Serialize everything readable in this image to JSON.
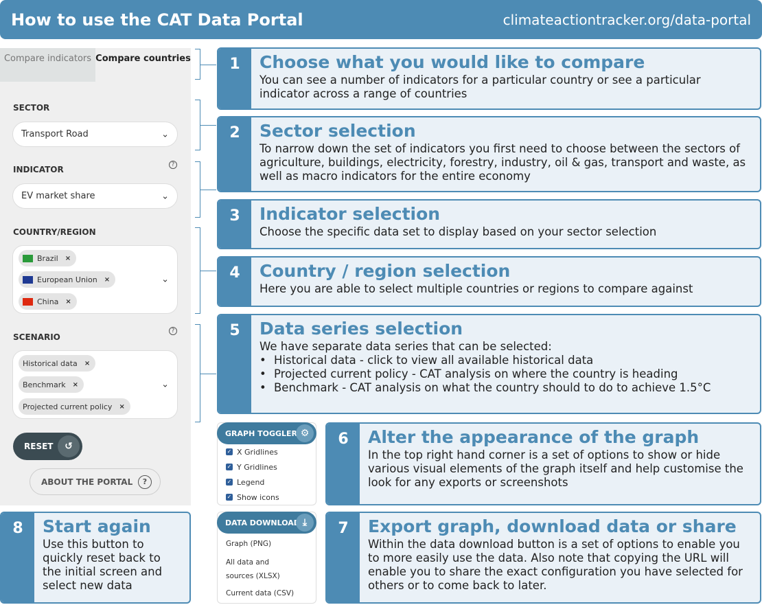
{
  "header": {
    "title": "How to use the CAT Data Portal",
    "url": "climateactiontracker.org/data-portal"
  },
  "panel": {
    "tabs": [
      {
        "label": "Compare indicators"
      },
      {
        "label": "Compare countries"
      }
    ],
    "sector": {
      "label": "SECTOR",
      "value": "Transport Road"
    },
    "indicator": {
      "label": "INDICATOR",
      "value": "EV market share",
      "help": "?"
    },
    "country": {
      "label": "COUNTRY/REGION",
      "chips": [
        "Brazil",
        "European Union",
        "China"
      ]
    },
    "scenario": {
      "label": "SCENARIO",
      "help": "?",
      "chips": [
        "Historical data",
        "Benchmark",
        "Projected current policy"
      ]
    },
    "reset": "RESET",
    "about": "ABOUT THE PORTAL",
    "about_icon": "?",
    "chip_remove": "×",
    "chevron": "⌄"
  },
  "steps": [
    {
      "num": "1",
      "title": "Choose what you would like to compare",
      "text": "You can see a number of indicators for a particular country or see a particular indicator across a range of countries"
    },
    {
      "num": "2",
      "title": "Sector selection",
      "text": "To narrow down the set of indicators you first need to choose between the sectors of agriculture, buildings, electricity, forestry, industry, oil & gas, transport and waste, as well as macro indicators for the entire economy"
    },
    {
      "num": "3",
      "title": "Indicator selection",
      "text": "Choose the specific data set to display based on your sector selection"
    },
    {
      "num": "4",
      "title": "Country / region selection",
      "text": "Here you are able to select multiple countries or regions to compare against"
    },
    {
      "num": "5",
      "title": "Data series selection",
      "text": "We have separate data series that can be selected:",
      "bullets": [
        "Historical data - click to view all available historical data",
        "Projected current policy - CAT analysis on where the country is heading",
        "Benchmark - CAT analysis on what the country should to do to achieve 1.5°C"
      ]
    },
    {
      "num": "6",
      "title": "Alter the appearance of the graph",
      "text": "In the top right hand corner is a set of options to show or hide various visual elements of the graph itself and help customise the look for any exports or screenshots"
    },
    {
      "num": "7",
      "title": "Export graph, download data or share",
      "text": "Within the data download button is a set of options to enable you to more easily use the data. Also note that copying the URL will enable you to share the exact configuration you have selected for others or to come back to later."
    },
    {
      "num": "8",
      "title": "Start again",
      "text": "Use this button to quickly reset back to the initial screen and select new data"
    }
  ],
  "graph_toggler": {
    "title": "GRAPH TOGGLER",
    "options": [
      "X Gridlines",
      "Y Gridlines",
      "Legend",
      "Show icons"
    ]
  },
  "data_download": {
    "title": "DATA DOWNLOAD",
    "options": [
      "Graph (PNG)",
      "All data and sources (XLSX)",
      "Current data (CSV)"
    ]
  },
  "colors": {
    "accent": "#4d8bb4",
    "box_bg": "#eaf1f7",
    "widget_head": "#3f7b9e"
  }
}
